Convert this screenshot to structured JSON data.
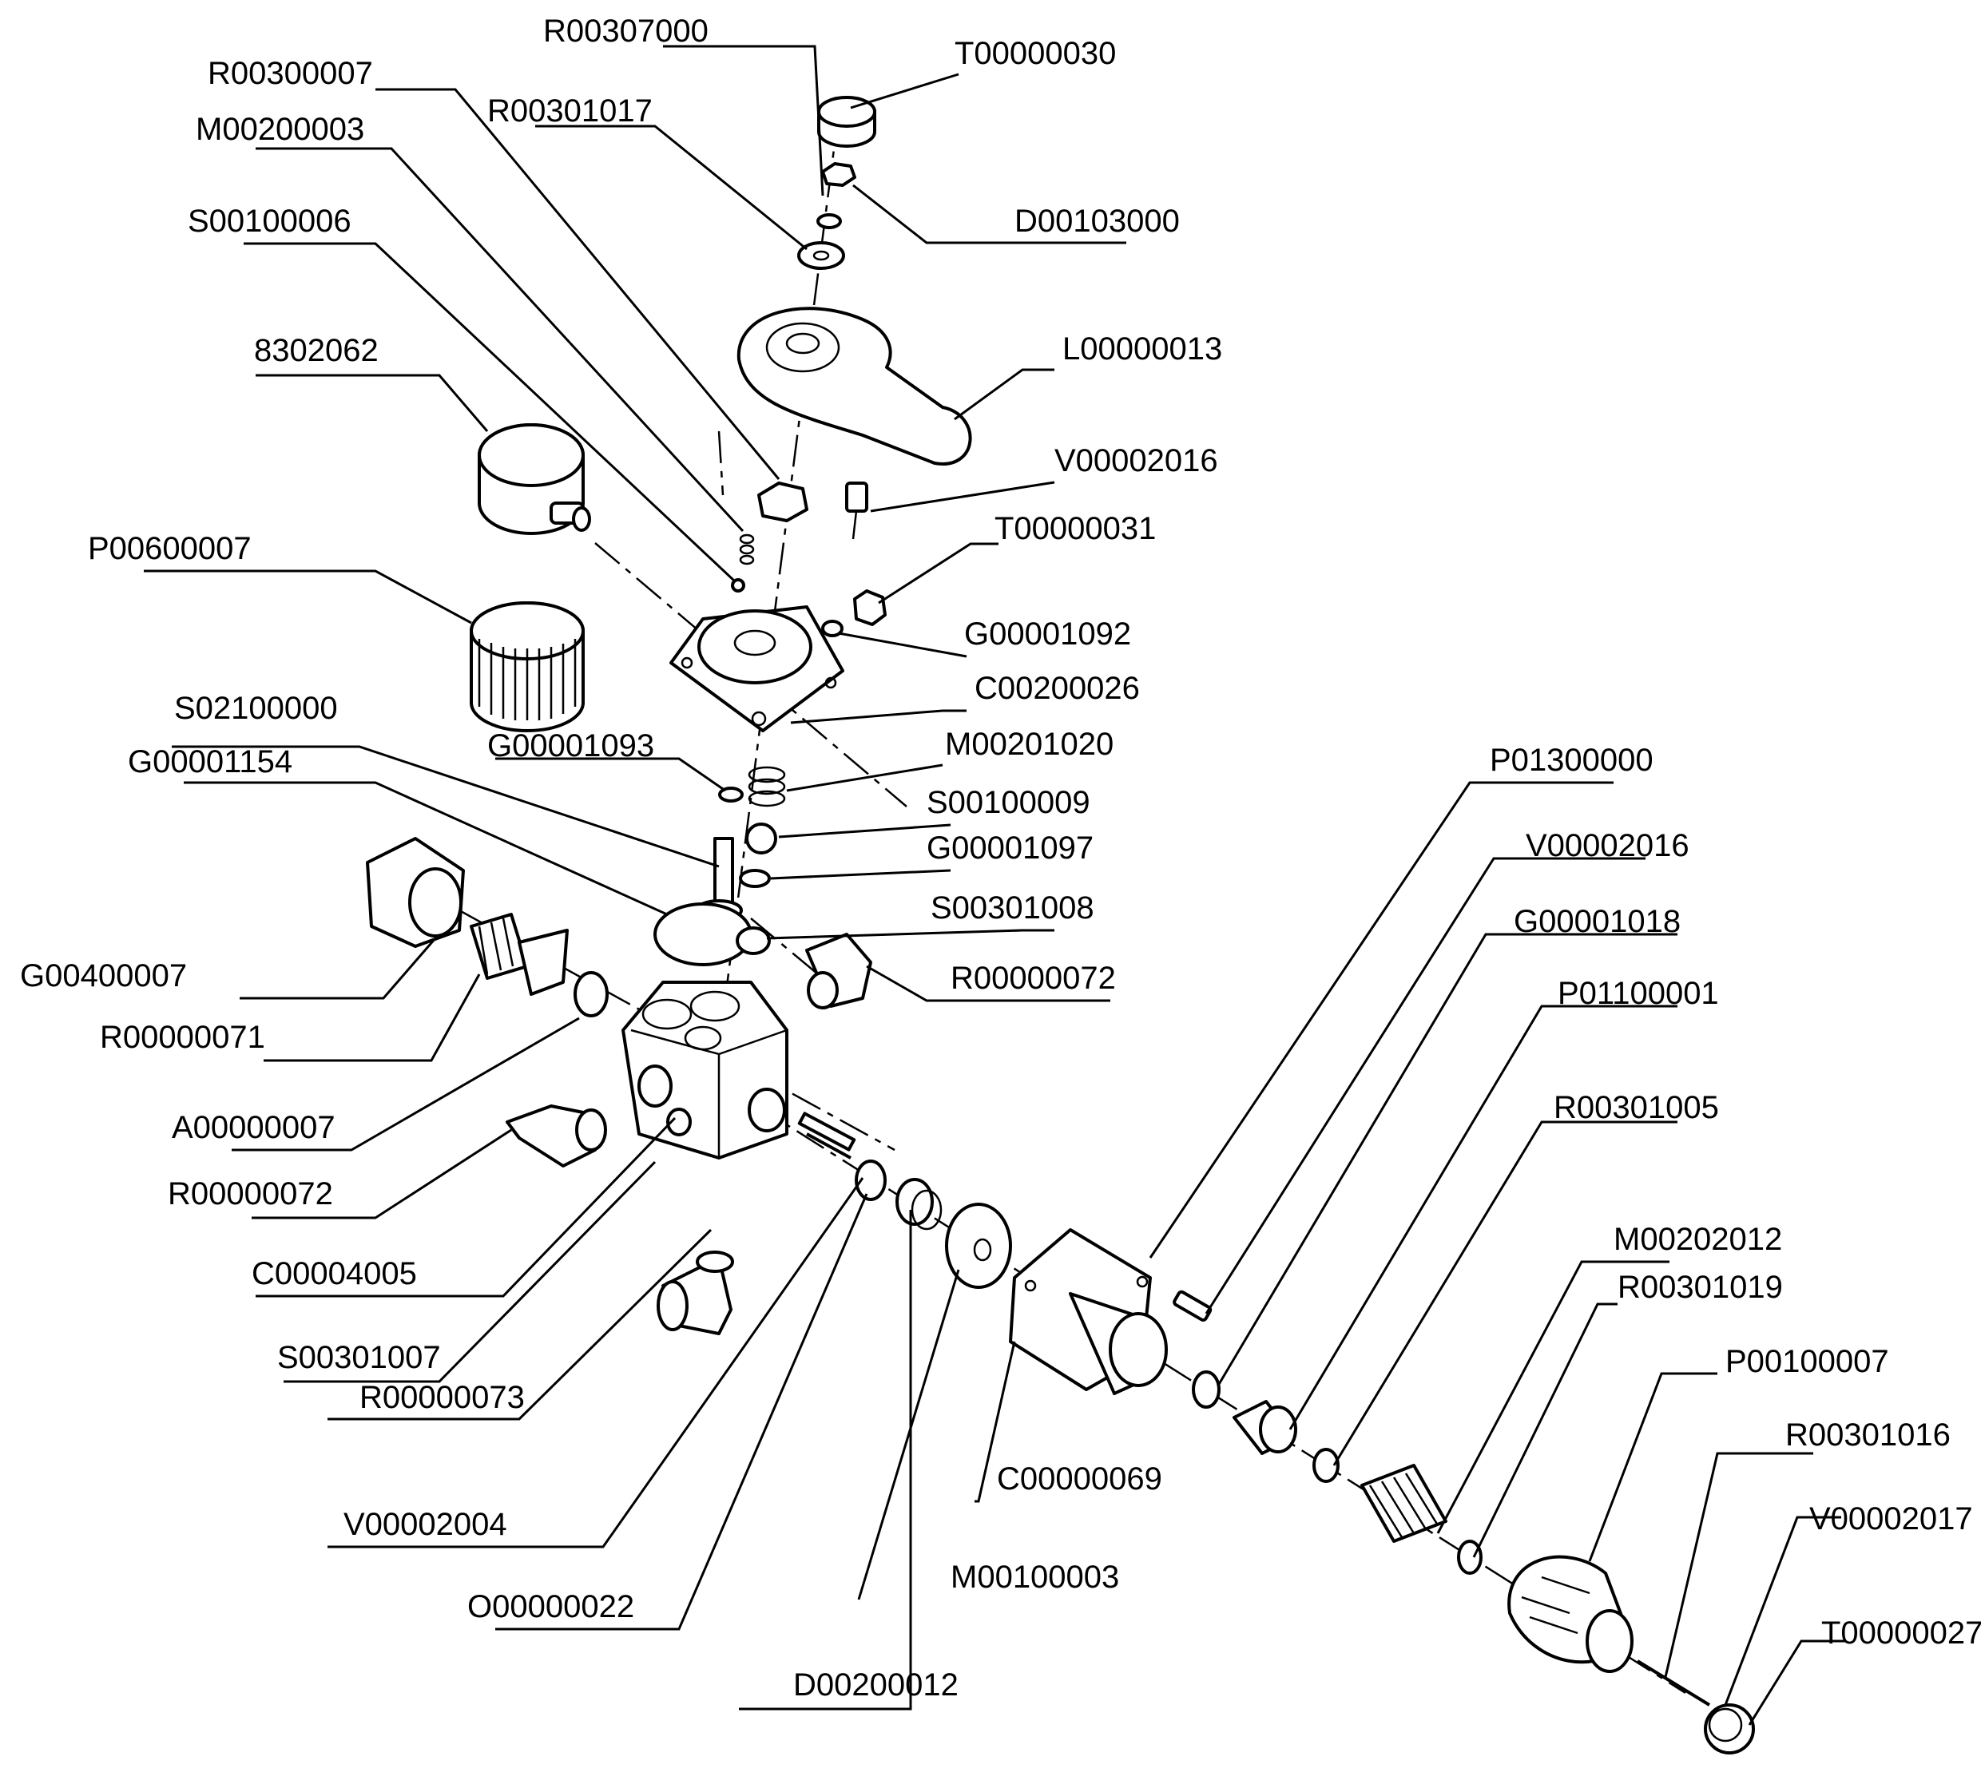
{
  "labels": {
    "R00307000": "R00307000",
    "T00000030": "T00000030",
    "R00300007": "R00300007",
    "M00200003": "M00200003",
    "R00301017": "R00301017",
    "D00103000": "D00103000",
    "S00100006": "S00100006",
    "L00000013": "L00000013",
    "n8302062": "8302062",
    "V00002016_a": "V00002016",
    "T00000031": "T00000031",
    "P00600007": "P00600007",
    "G00001092": "G00001092",
    "C00200026": "C00200026",
    "S02100000": "S02100000",
    "G00001093": "G00001093",
    "M00201020": "M00201020",
    "G00001154": "G00001154",
    "P01300000": "P01300000",
    "S00100009": "S00100009",
    "G00001097": "G00001097",
    "V00002016_b": "V00002016",
    "S00301008": "S00301008",
    "G00001018": "G00001018",
    "G00400007": "G00400007",
    "R00000072_a": "R00000072",
    "P01100001": "P01100001",
    "R00000071": "R00000071",
    "R00301005": "R00301005",
    "A00000007": "A00000007",
    "R00000072_b": "R00000072",
    "M00202012": "M00202012",
    "C00004005": "C00004005",
    "R00301019": "R00301019",
    "P00100007": "P00100007",
    "S00301007": "S00301007",
    "R00000073": "R00000073",
    "R00301016": "R00301016",
    "C00000069": "C00000069",
    "V00002017": "V00002017",
    "V00002004": "V00002004",
    "T00000027": "T00000027",
    "M00100003": "M00100003",
    "O00000022": "O00000022",
    "D00200012": "D00200012"
  }
}
